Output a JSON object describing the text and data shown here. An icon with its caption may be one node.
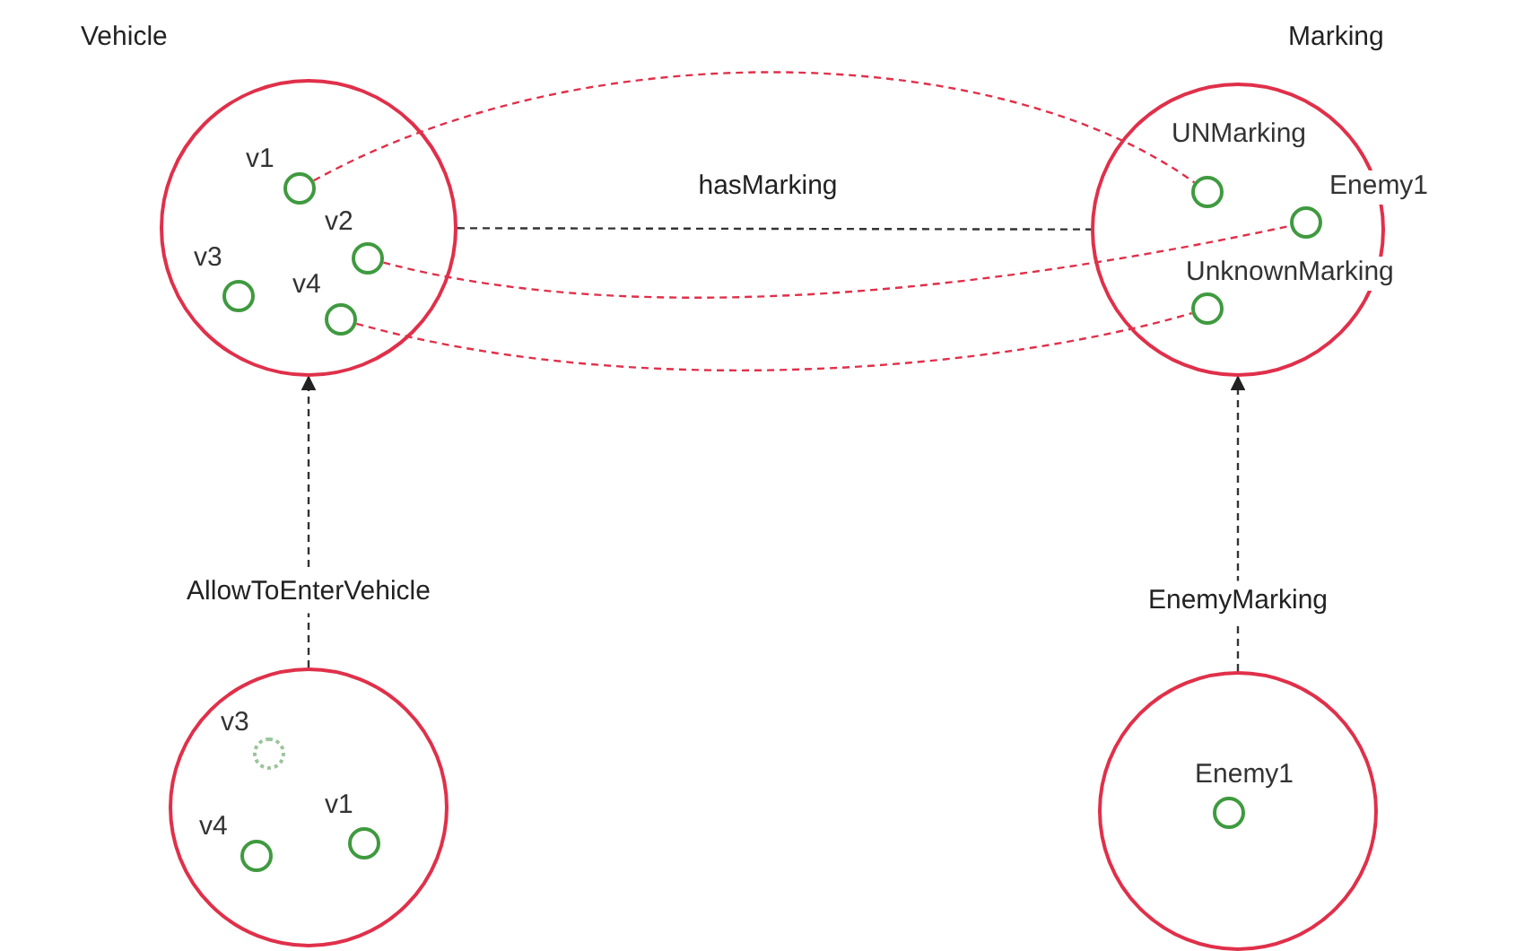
{
  "diagram": {
    "nodes": [
      {
        "text": [
          "Vehicle"
        ]
      },
      {
        "text": [],
        "shape": "circle",
        "beside": [
          "v1"
        ],
        "in": 0
      },
      {
        "text": [],
        "shape": "circle",
        "beside": [
          "v2"
        ],
        "in": 0
      },
      {
        "text": [],
        "shape": "circle",
        "beside": [
          "v3"
        ],
        "in": 0
      },
      {
        "text": [],
        "shape": "circle",
        "beside": [
          "v4"
        ],
        "in": 0
      },
      {
        "text": [
          "Marking"
        ]
      },
      {
        "text": [],
        "shape": "circle",
        "beside": [
          "UNMarking"
        ],
        "in": 5
      },
      {
        "text": [],
        "shape": "circle",
        "beside": [
          "Enemy1"
        ],
        "in": 5
      },
      {
        "text": [],
        "shape": "circle",
        "beside": [
          "UnknownMarking"
        ],
        "in": 5
      },
      {
        "text": [],
        "shape": "circle"
      },
      {
        "text": [],
        "shape": "circle",
        "beside": [
          "v3"
        ],
        "in": 9
      },
      {
        "text": [],
        "shape": "circle",
        "beside": [
          "v4"
        ],
        "in": 9
      },
      {
        "text": [],
        "shape": "circle",
        "beside": [
          "v1"
        ],
        "in": 9
      },
      {
        "text": [],
        "shape": "circle"
      },
      {
        "text": [],
        "shape": "circle",
        "beside": [
          "Enemy1"
        ],
        "in": 13
      }
    ],
    "edges": [
      {
        "from": 0,
        "to": 5,
        "arrow": "none",
        "style": "dashed",
        "label": "hasMarking"
      },
      {
        "from": 1,
        "to": 6,
        "arrow": "none",
        "style": "dashed",
        "color": "#e0304a"
      },
      {
        "from": 2,
        "to": 7,
        "arrow": "none",
        "style": "dashed",
        "color": "#e0304a"
      },
      {
        "from": 4,
        "to": 8,
        "arrow": "none",
        "style": "dashed",
        "color": "#e0304a"
      },
      {
        "from": 9,
        "to": 0,
        "arrow": "to",
        "style": "dashed",
        "label": "AllowToEnterVehicle"
      },
      {
        "from": 13,
        "to": 5,
        "arrow": "to",
        "style": "dashed",
        "label": "EnemyMarking"
      }
    ]
  }
}
